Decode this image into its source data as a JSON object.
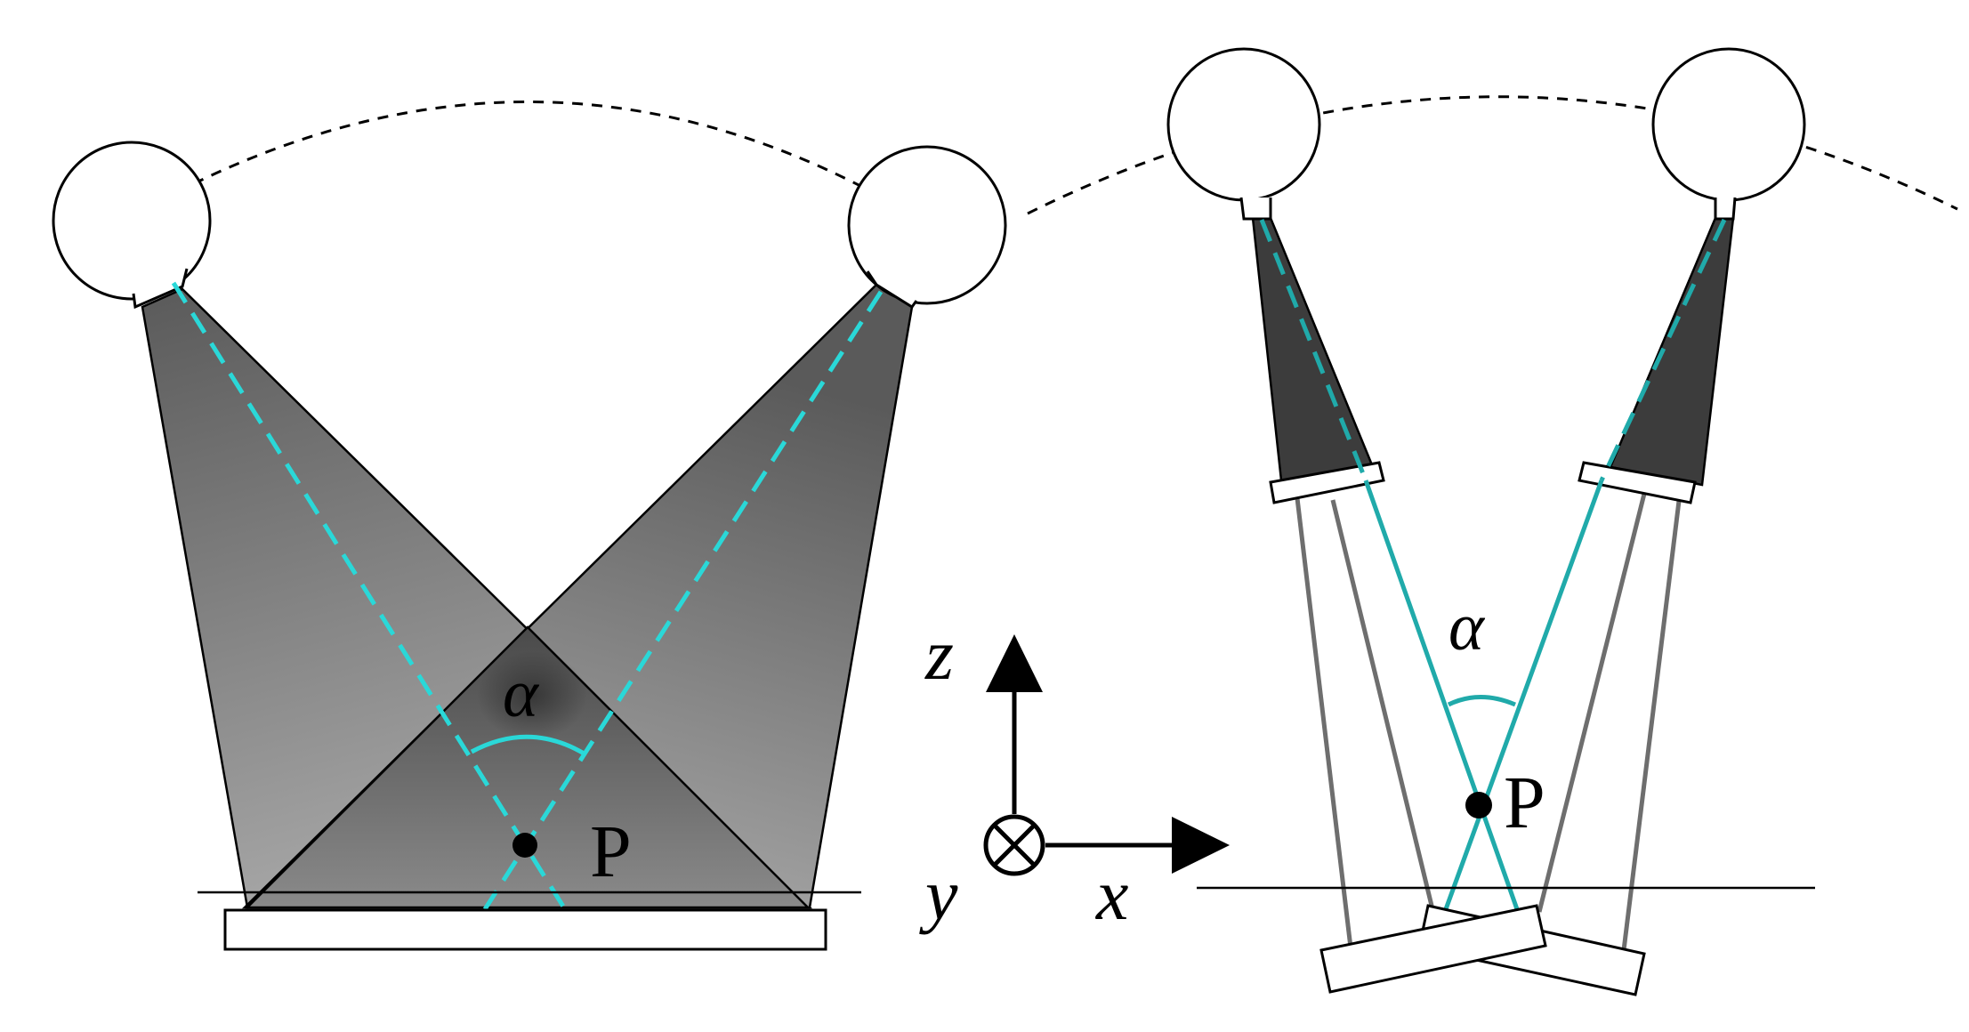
{
  "labels": {
    "left_angle": "α",
    "left_point": "P",
    "right_angle": "α",
    "right_point": "P",
    "axis_z": "z",
    "axis_x": "x",
    "axis_y": "y"
  },
  "colors": {
    "beam_axis": "#2ad8d8",
    "beam_axis_right": "#20aaaa",
    "cone_dark": "#3c3c3c",
    "beam_gray": "#6e6e6e",
    "outline": "#000000",
    "background": "#ffffff"
  },
  "icons": {
    "y_axis_symbol": "circled-cross-into-page-icon",
    "axis_arrowheads": "triangle-arrowhead-icon"
  }
}
